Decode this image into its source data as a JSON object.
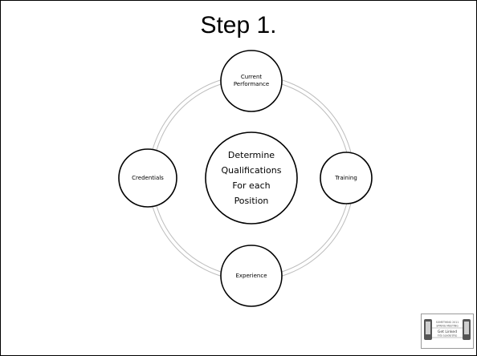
{
  "slide": {
    "title": "Step 1."
  },
  "diagram": {
    "center": "Determine\nQualifications\nFor each\nPosition",
    "top": "Current\nPerformance",
    "right": "Training",
    "bottom": "Experience",
    "left": "Credentials"
  },
  "logo": {
    "line1": "SOMETHING 2011",
    "line2": "SPRING MEETING",
    "line3": "Get Linked",
    "line4": "Into Leadership"
  }
}
